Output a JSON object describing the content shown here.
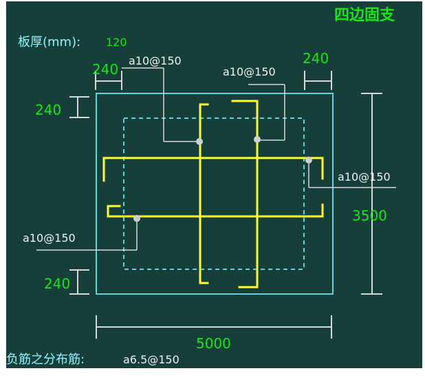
{
  "title": "四边固支",
  "thickness": {
    "label": "板厚(mm):",
    "value": "120"
  },
  "dimensions": {
    "width": "5000",
    "height": "3500",
    "top_left_horizontal": "240",
    "top_right_horizontal": "240",
    "left_top_vertical": "240",
    "left_bottom_vertical": "240"
  },
  "callouts": {
    "top_left": "a10@150",
    "top_middle": "a10@150",
    "right": "a10@150",
    "left": "a10@150"
  },
  "distribution": {
    "label": "负筋之分布筋:",
    "value": "a6.5@150"
  },
  "colors": {
    "background": "#173f3a",
    "slab_outline": "#5ad6df",
    "rebar": "#ffff2b",
    "dimension_line": "#d8d8d8",
    "accent_green": "#19e619"
  }
}
